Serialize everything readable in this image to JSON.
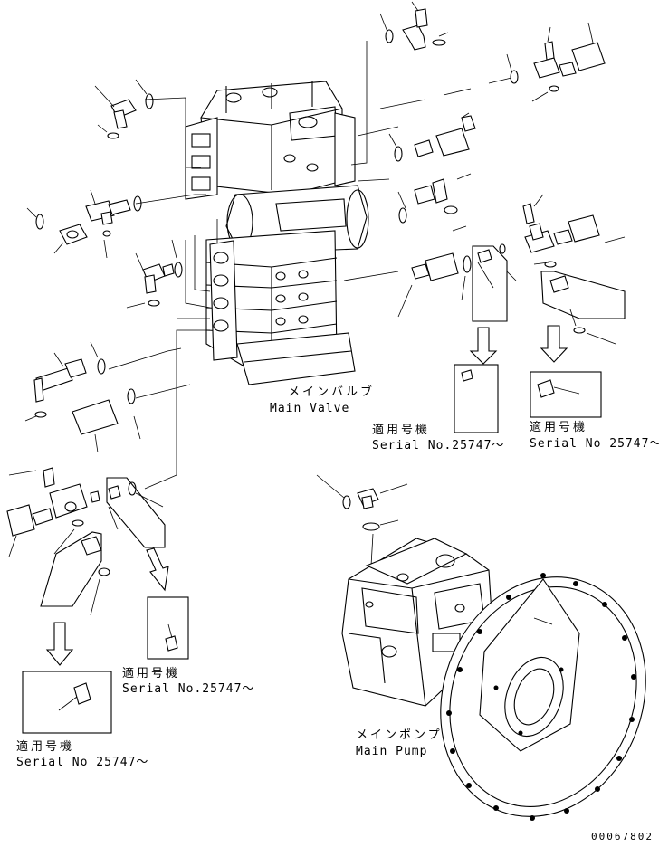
{
  "labels": {
    "main_valve_jp": "メインバルブ",
    "main_valve_en": "Main Valve",
    "main_pump_jp": "メインポンプ",
    "main_pump_en": "Main Pump",
    "applicable_jp": "適用号機",
    "serial_a": "Serial No.25747～",
    "serial_b": "Serial No 25747～",
    "serial_c": "Serial No.25747～",
    "serial_d": "Serial No 25747～"
  },
  "document_number": "00067802"
}
